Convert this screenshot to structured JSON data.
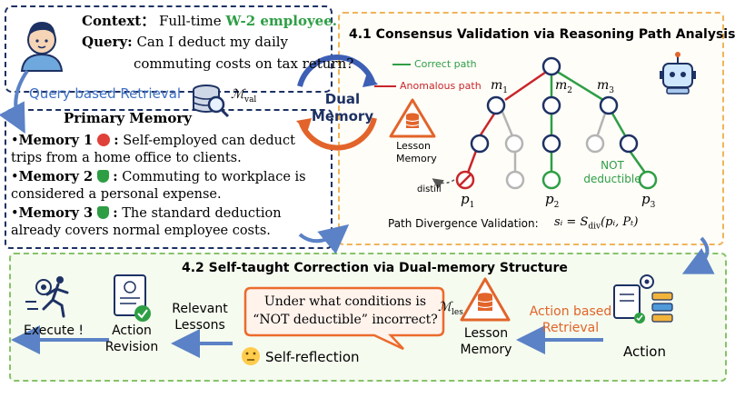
{
  "query_box": {
    "context_label": "Context",
    "context_sep": "：",
    "context_text": "Full-time",
    "context_highlight": "W-2 employee.",
    "query_label": "Query:",
    "query_line1": "Can I deduct my daily",
    "query_line2": "commuting costs on tax return?"
  },
  "retrieval": {
    "label": "Query based Retrieval",
    "symbol": "ℳ",
    "subscript": "val"
  },
  "dual_memory": {
    "line1": "Dual",
    "line2": "Memory"
  },
  "primary_memory": {
    "title": "Primary Memory",
    "items": [
      {
        "bullet": "•",
        "label": "Memory 1",
        "sep": ":",
        "line1": "Self-employed can deduct",
        "line2": "trips from a home office to clients.",
        "icon": "red-devil-icon"
      },
      {
        "bullet": "•",
        "label": "Memory 2",
        "sep": ":",
        "line1": "Commuting to workplace is",
        "line2": "considered a personal expense.",
        "icon": "green-shield-check-icon"
      },
      {
        "bullet": "•",
        "label": "Memory 3",
        "sep": ":",
        "line1": "The standard deduction",
        "line2": "already covers normal employee costs.",
        "icon": "green-shield-check-icon"
      }
    ]
  },
  "section_41": {
    "title": "4.1 Consensus Validation via Reasoning Path Analysis",
    "legend_correct": "Correct path",
    "legend_anomalous": "Anomalous path",
    "m1": "m",
    "m1_sub": "1",
    "m2": "m",
    "m2_sub": "2",
    "m3": "m",
    "m3_sub": "3",
    "p1": "p",
    "p1_sub": "1",
    "p2": "p",
    "p2_sub": "2",
    "p3": "p",
    "p3_sub": "3",
    "lesson_memory_line1": "Lesson",
    "lesson_memory_line2": "Memory",
    "distill": "distill",
    "not_deductible_line1": "NOT",
    "not_deductible_line2": "deductible",
    "validation_label": "Path Divergence Validation:",
    "formula": "sᵢ = S",
    "formula_sub": "div",
    "formula_args": "(pᵢ, Pₜ)"
  },
  "section_42": {
    "title": "4.2 Self-taught Correction via Dual-memory Structure",
    "execute": "Execute !",
    "action_revision_line1": "Action",
    "action_revision_line2": "Revision",
    "relevant_line1": "Relevant",
    "relevant_line2": "Lessons",
    "bubble_line1": "Under what conditions is",
    "bubble_line2": "“NOT deductible” incorrect?",
    "self_reflection": "Self-reflection",
    "les_symbol": "ℳ",
    "les_subscript": "les",
    "lesson_line1": "Lesson",
    "lesson_line2": "Memory",
    "action_based_line1": "Action based",
    "action_based_line2": "Retrieval",
    "action": "Action"
  },
  "colors": {
    "navy": "#1d3163",
    "green_text": "#2e9e45",
    "blue_text": "#3d6fc4",
    "orange_text": "#e2642a",
    "correct_path": "#2e9e45",
    "anomalous_path": "#c8262a",
    "node_gray": "#b4b4b4",
    "bubble_border": "#ec6b2d",
    "bubble_fill": "#fff3ec"
  }
}
